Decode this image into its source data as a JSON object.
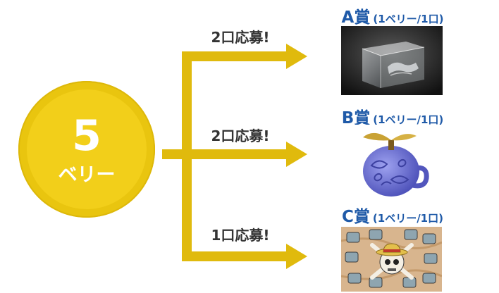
{
  "source": {
    "amount": "5",
    "unit": "ベリー"
  },
  "entries": [
    {
      "label": "2口応募!",
      "prize": {
        "grade": "A賞",
        "note": "(1ベリー/1口)",
        "icon": "crystal-block-icon"
      }
    },
    {
      "label": "2口応募!",
      "prize": {
        "grade": "B賞",
        "note": "(1ベリー/1口)",
        "icon": "devil-fruit-pot-icon"
      }
    },
    {
      "label": "1口応募!",
      "prize": {
        "grade": "C賞",
        "note": "(1ベリー/1口)",
        "icon": "straw-hat-mat-icon"
      }
    }
  ],
  "colors": {
    "coin": "#f2cf1a",
    "coin_rim": "#e9c50f",
    "arrows": "#e0ba0d",
    "prize_title": "#1f5aa8",
    "entry_label": "#333333"
  }
}
